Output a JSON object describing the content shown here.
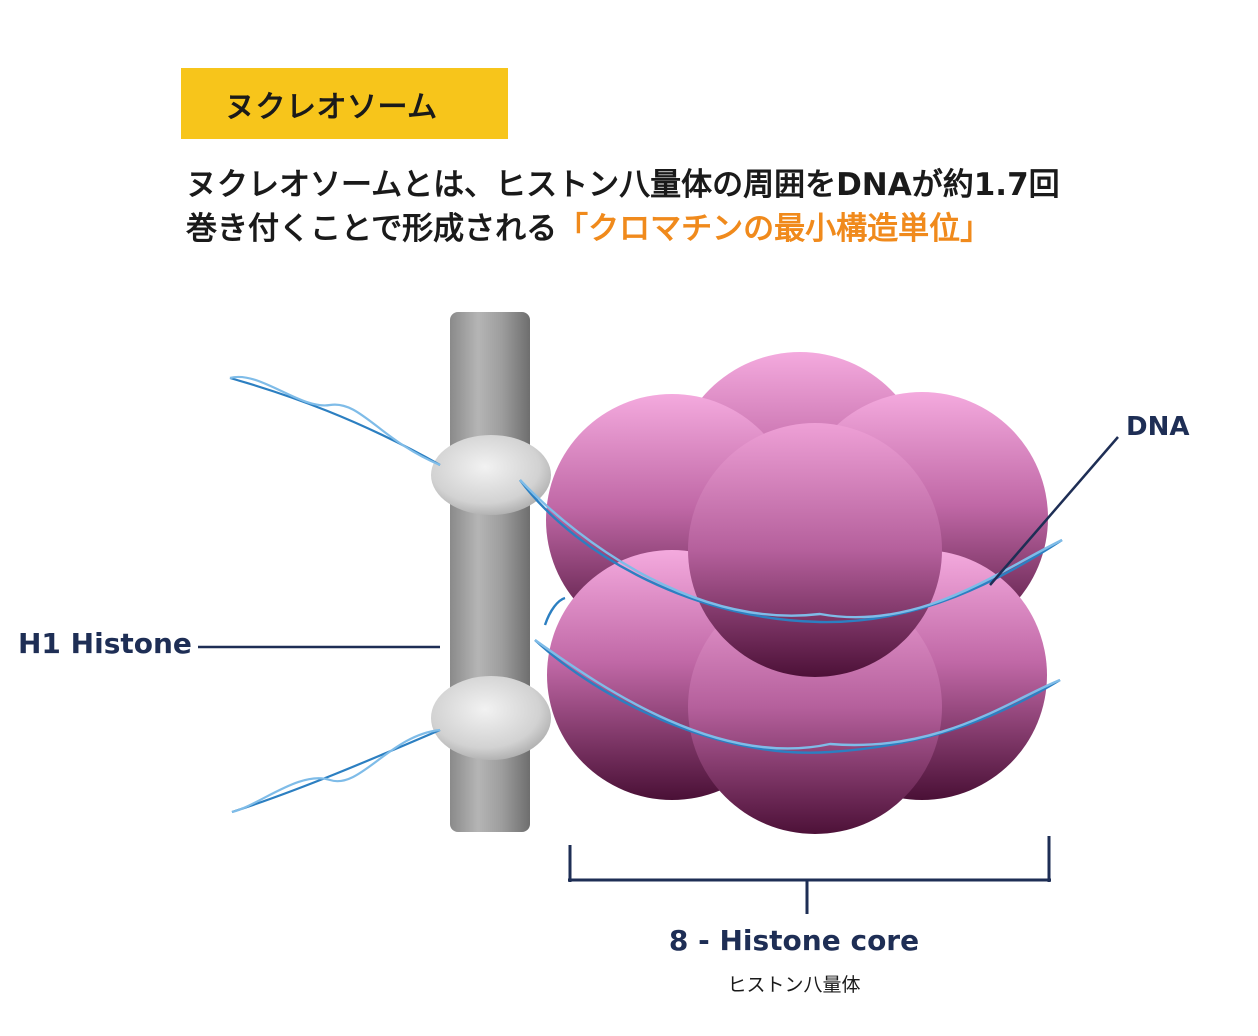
{
  "header": {
    "title": "ヌクレオソーム",
    "description_line1": "ヌクレオソームとは、ヒストン八量体の周囲をDNAが約1.7回",
    "description_line2_prefix": "巻き付くことで形成される",
    "description_line2_highlight": "「クロマチンの最小構造単位」"
  },
  "labels": {
    "dna": "DNA",
    "h1_histone": "H1 Histone",
    "core": "8 - Histone core",
    "core_sub": "ヒストン八量体"
  },
  "colors": {
    "badge": "#f7c51b",
    "highlight": "#f08a1c",
    "label": "#1e2e55",
    "dna": "#2c7fc1",
    "histone_light": "#f3a8dd",
    "histone_dark": "#4a1036",
    "linker": "#9e9e9e"
  }
}
